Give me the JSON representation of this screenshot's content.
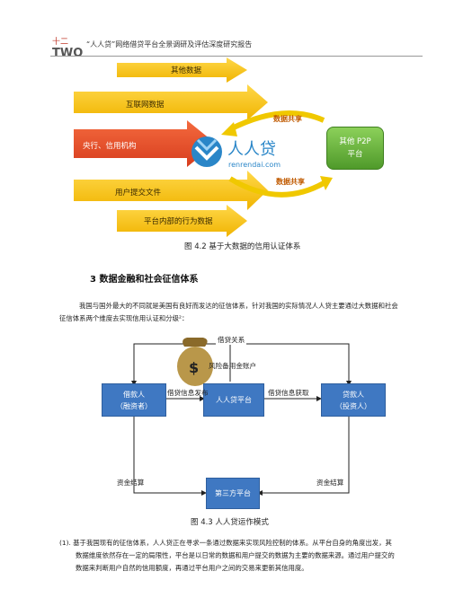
{
  "header": {
    "logo_text": "TWO",
    "logo_small": "十二",
    "title": "“人人贷”网络借贷平台全景调研及评估深度研究报告"
  },
  "figure1": {
    "arrows": [
      "其他数据",
      "互联网数据",
      "央行、信用机构",
      "用户提交文件",
      "平台内部的行为数据"
    ],
    "logo_main": "人人贷",
    "logo_sub": "renrendai.com",
    "share_top": "数据共享",
    "share_bottom": "数据共享",
    "p2p_line1": "其他 P2P",
    "p2p_line2": "平台",
    "caption": "图 4.2  基于大数据的信用认证体系"
  },
  "section": {
    "title": "3  数据金融和社会征信体系",
    "para_line1": "我国与国外最大的不同就是美国有良好而发达的征信体系，针对我国的实际情况人人贷主要通过大数据和社会",
    "para_line2": "征信体系两个维度去实现信用认证和分级²："
  },
  "figure2": {
    "top_label": "借贷关系",
    "risk_label": "风险备用金账户",
    "money_symbol": "$",
    "borrower_line1": "借款人",
    "borrower_line2": "（融资者）",
    "platform": "人人贷平台",
    "lender_line1": "贷款人",
    "lender_line2": "（投资人）",
    "publish_label": "借贷信息发布",
    "fetch_label": "借贷信息获取",
    "settle_left": "资金结算",
    "settle_right": "资金结算",
    "third_party": "第三方平台",
    "caption": "图  4.3  人人贷运作模式"
  },
  "body": {
    "line1": "(1).  基于我国现有的征信体系，人人贷正在寻求一条通过数据来实现风险控制的体系。从平台自身的角度出发，其",
    "line2": "数据维度依然存在一定的局限性，平台是以日常的数据和用户提交的数据为主要的数据来源。通过用户提交的",
    "line3": "数据来判断用户自然的信用额度，再通过平台用户之间的交易来更新其信用度。"
  },
  "colors": {
    "arrow_yellow": "#f5c300",
    "arrow_red": "#e84a2a",
    "box_blue": "#3f78c2",
    "p2p_green": "#5fae34",
    "share_orange": "#c05a00"
  }
}
